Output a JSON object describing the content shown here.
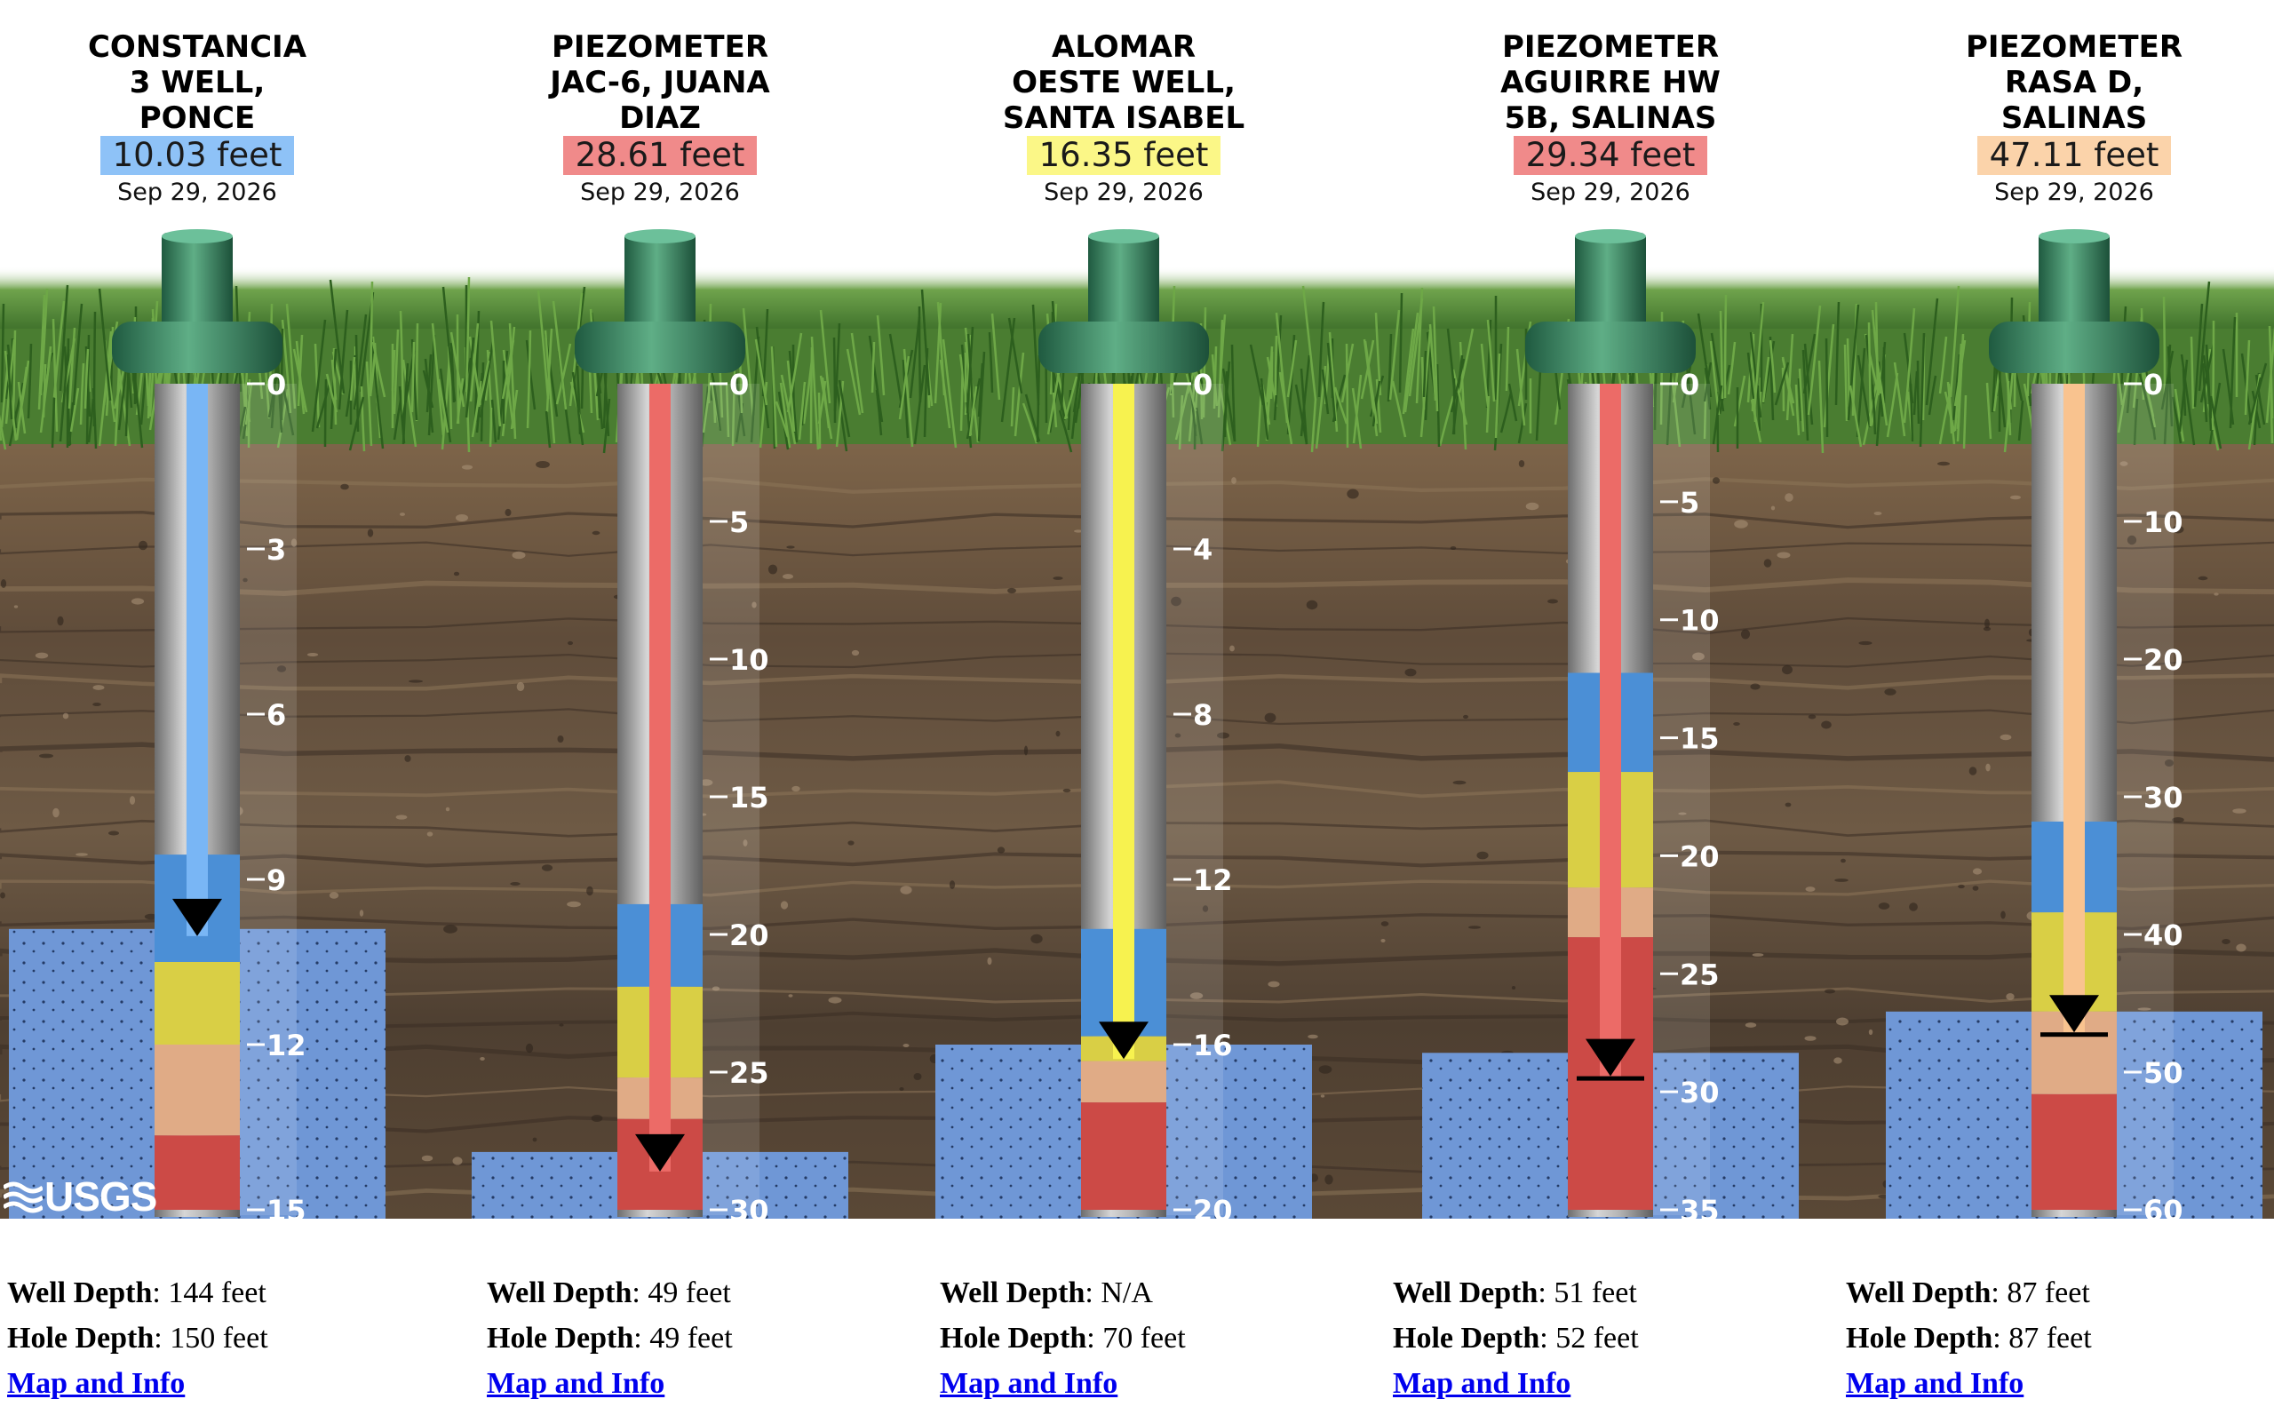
{
  "logo": {
    "text": "USGS",
    "icon": "usgs-wave-icon"
  },
  "colors": {
    "sky": "#ffffff",
    "grass_dark": "#2f6b22",
    "grass_light": "#7fb15a",
    "soil_top": "#7a6148",
    "soil_mid": "#5d4a38",
    "soil_dark": "#3f3126",
    "aquifer": "#6f97d6",
    "pipe_cap": "#2e7d5b",
    "pipe_steel": "#a4a4a4",
    "band_blue": "#4b8fd6",
    "band_yellow": "#d9cf45",
    "band_tan": "#e0ab86",
    "band_red": "#cc4a46"
  },
  "wells": [
    {
      "name_lines": [
        "CONSTANCIA",
        "3 WELL,",
        "PONCE"
      ],
      "value": "10.03 feet",
      "value_bg": "#8ec2f7",
      "fill_color": "#79b6f5",
      "date": "Sep 29, 2026",
      "depth_value": 10.03,
      "scale_max": 15,
      "ticks": [
        "0",
        "3",
        "6",
        "9",
        "12",
        "15"
      ],
      "tick_values": [
        0,
        3,
        6,
        9,
        12,
        15
      ],
      "aquifer_top_fraction": 0.66,
      "bands": [
        {
          "color": "blue",
          "from": 0.57,
          "to": 0.7
        },
        {
          "color": "yellow",
          "from": 0.7,
          "to": 0.8
        },
        {
          "color": "tan",
          "from": 0.8,
          "to": 0.91
        },
        {
          "color": "red",
          "from": 0.91,
          "to": 1.0
        }
      ],
      "details": {
        "well_label": "Well Depth",
        "well_value": ": 144 feet",
        "hole_label": "Hole Depth",
        "hole_value": ": 150 feet",
        "link": "Map and Info"
      },
      "has_bar": false
    },
    {
      "name_lines": [
        "PIEZOMETER",
        "JAC-6, JUANA",
        "DIAZ"
      ],
      "value": "28.61 feet",
      "value_bg": "#f08a8a",
      "fill_color": "#ec6b67",
      "date": "Sep 29, 2026",
      "depth_value": 28.61,
      "scale_max": 30,
      "ticks": [
        "0",
        "5",
        "10",
        "15",
        "20",
        "25",
        "30"
      ],
      "tick_values": [
        0,
        5,
        10,
        15,
        20,
        25,
        30
      ],
      "aquifer_top_fraction": 0.93,
      "bands": [
        {
          "color": "blue",
          "from": 0.63,
          "to": 0.73
        },
        {
          "color": "yellow",
          "from": 0.73,
          "to": 0.84
        },
        {
          "color": "tan",
          "from": 0.84,
          "to": 0.89
        },
        {
          "color": "red",
          "from": 0.89,
          "to": 1.0
        }
      ],
      "details": {
        "well_label": "Well Depth",
        "well_value": ": 49 feet",
        "hole_label": "Hole Depth",
        "hole_value": ": 49 feet",
        "link": "Map and Info"
      },
      "has_bar": false
    },
    {
      "name_lines": [
        "ALOMAR",
        "OESTE WELL,",
        "SANTA ISABEL"
      ],
      "value": "16.35 feet",
      "value_bg": "#fbf787",
      "fill_color": "#f7f24f",
      "date": "Sep 29, 2026",
      "depth_value": 16.35,
      "scale_max": 20,
      "ticks": [
        "0",
        "4",
        "8",
        "12",
        "16",
        "20"
      ],
      "tick_values": [
        0,
        4,
        8,
        12,
        16,
        20
      ],
      "aquifer_top_fraction": 0.8,
      "bands": [
        {
          "color": "blue",
          "from": 0.66,
          "to": 0.79
        },
        {
          "color": "yellow",
          "from": 0.79,
          "to": 0.82
        },
        {
          "color": "tan",
          "from": 0.82,
          "to": 0.87
        },
        {
          "color": "red",
          "from": 0.87,
          "to": 1.0
        }
      ],
      "details": {
        "well_label": "Well Depth",
        "well_value": ": N/A",
        "hole_label": "Hole Depth",
        "hole_value": ": 70 feet",
        "link": "Map and Info"
      },
      "has_bar": false
    },
    {
      "name_lines": [
        "PIEZOMETER",
        "AGUIRRE HW",
        "5B, SALINAS"
      ],
      "value": "29.34 feet",
      "value_bg": "#f08a8a",
      "fill_color": "#ec6b67",
      "date": "Sep 29, 2026",
      "depth_value": 29.34,
      "scale_max": 35,
      "ticks": [
        "0",
        "5",
        "10",
        "15",
        "20",
        "25",
        "30",
        "35"
      ],
      "tick_values": [
        0,
        5,
        10,
        15,
        20,
        25,
        30,
        35
      ],
      "aquifer_top_fraction": 0.81,
      "bands": [
        {
          "color": "blue",
          "from": 0.35,
          "to": 0.47
        },
        {
          "color": "yellow",
          "from": 0.47,
          "to": 0.61
        },
        {
          "color": "tan",
          "from": 0.61,
          "to": 0.67
        },
        {
          "color": "red",
          "from": 0.67,
          "to": 1.0
        }
      ],
      "details": {
        "well_label": "Well Depth",
        "well_value": ": 51 feet",
        "hole_label": "Hole Depth",
        "hole_value": ": 52 feet",
        "link": "Map and Info"
      },
      "has_bar": true
    },
    {
      "name_lines": [
        "PIEZOMETER",
        "RASA D,",
        "SALINAS"
      ],
      "value": "47.11 feet",
      "value_bg": "#fbd3aa",
      "fill_color": "#f9c38f",
      "date": "Sep 29, 2026",
      "depth_value": 47.11,
      "scale_max": 60,
      "ticks": [
        "0",
        "10",
        "20",
        "30",
        "40",
        "50",
        "60"
      ],
      "tick_values": [
        0,
        10,
        20,
        30,
        40,
        50,
        60
      ],
      "aquifer_top_fraction": 0.76,
      "bands": [
        {
          "color": "blue",
          "from": 0.53,
          "to": 0.64
        },
        {
          "color": "yellow",
          "from": 0.64,
          "to": 0.76
        },
        {
          "color": "tan",
          "from": 0.76,
          "to": 0.86
        },
        {
          "color": "red",
          "from": 0.86,
          "to": 1.0
        }
      ],
      "details": {
        "well_label": "Well Depth",
        "well_value": ": 87 feet",
        "hole_label": "Hole Depth",
        "hole_value": ": 87 feet",
        "link": "Map and Info"
      },
      "has_bar": true
    }
  ]
}
